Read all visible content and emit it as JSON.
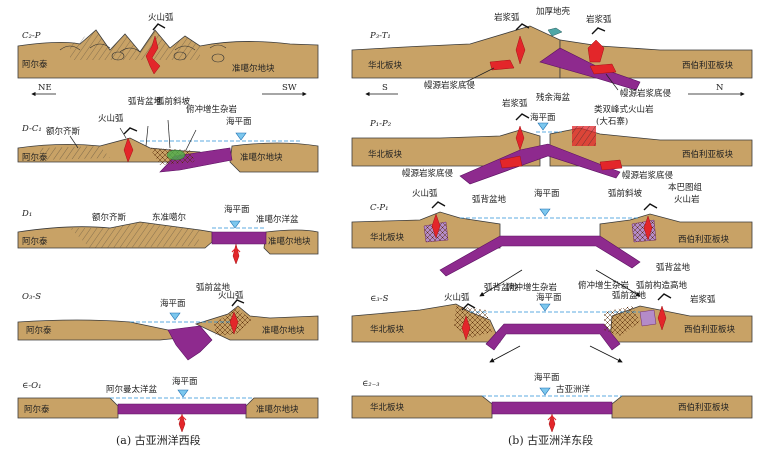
{
  "panel_a": {
    "caption": "(a)  古亚洲洋西段",
    "rows": [
      {
        "age": "C₂-P",
        "left_block": "阿尔泰",
        "right_block": "准噶尔地块",
        "labels": [
          "火山弧"
        ],
        "dir_left": "NE",
        "dir_right": "SW"
      },
      {
        "age": "D-C₁",
        "left_block": "阿尔泰",
        "right_block": "准噶尔地块",
        "labels": [
          "额尔齐斯",
          "火山弧",
          "弧背盆地",
          "弧前斜坡",
          "俯冲增生杂岩",
          "海平面"
        ]
      },
      {
        "age": "D₁",
        "left_block": "阿尔泰",
        "right_block": "准噶尔地块",
        "labels": [
          "额尔齐斯",
          "东准噶尔",
          "海平面",
          "准噶尔洋盆"
        ]
      },
      {
        "age": "O₃-S",
        "left_block": "阿尔泰",
        "right_block": "准噶尔地块",
        "labels": [
          "海平面",
          "弧前盆地",
          "火山弧"
        ]
      },
      {
        "age": "∈-O₁",
        "left_block": "阿尔泰",
        "right_block": "准噶尔地块",
        "labels": [
          "阿尔曼太洋盆",
          "海平面"
        ]
      }
    ]
  },
  "panel_b": {
    "caption": "(b)  古亚洲洋东段",
    "rows": [
      {
        "age": "P₃-T₁",
        "left_block": "华北板块",
        "right_block": "西伯利亚板块",
        "labels": [
          "岩浆弧",
          "加厚地壳",
          "岩浆弧",
          "幔源岩浆底侵",
          "幔源岩浆底侵"
        ],
        "dir_left": "S",
        "dir_right": "N"
      },
      {
        "age": "P₁-P₂",
        "left_block": "华北板块",
        "right_block": "西伯利亚板块",
        "labels": [
          "岩浆弧",
          "残余海盆",
          "海平面",
          "类双峰式火山岩",
          "(大石寨)",
          "幔源岩浆底侵",
          "幔源岩浆底侵"
        ]
      },
      {
        "age": "C-P₁",
        "left_block": "华北板块",
        "right_block": "西伯利亚板块",
        "labels": [
          "火山弧",
          "弧背盆地",
          "海平面",
          "弧前斜坡",
          "本巴图组",
          "火山岩"
        ]
      },
      {
        "age": "∈₃-S",
        "left_block": "华北板块",
        "right_block": "西伯利亚板块",
        "labels": [
          "火山弧",
          "弧背盆地",
          "俯冲增生杂岩",
          "海平面",
          "俯冲增生杂岩",
          "弧前盆地",
          "弧前构造高地",
          "弧背盆地",
          "岩浆弧"
        ]
      },
      {
        "age": "∈₂₋₃",
        "left_block": "华北板块",
        "right_block": "西伯利亚板块",
        "labels": [
          "海平面",
          "古亚洲洋"
        ]
      }
    ]
  },
  "colors": {
    "crust": "#c8a266",
    "slab": "#8e2a8e",
    "sea": "#2a90d8",
    "magma": "#e3262a"
  }
}
